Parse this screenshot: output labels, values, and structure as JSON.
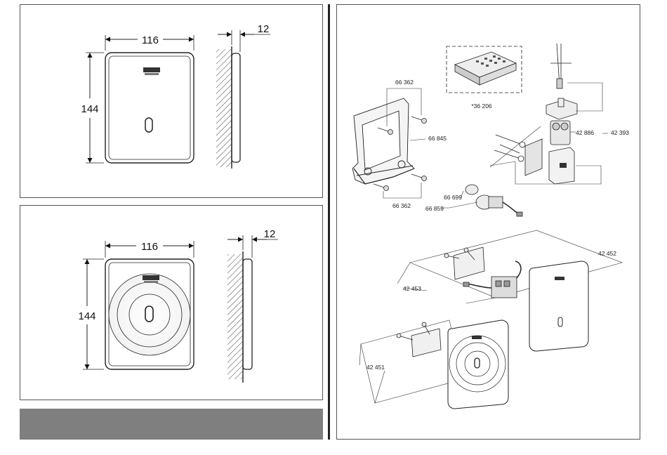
{
  "drawing_top": {
    "width_label": "116",
    "height_label": "144",
    "depth_label": "12"
  },
  "drawing_bottom": {
    "width_label": "116",
    "height_label": "144",
    "depth_label": "12"
  },
  "parts": {
    "screws_top": "66 362",
    "screws_bottom": "66 362",
    "mounting_frame": "66 845",
    "remote_control": "*36 206",
    "battery": "42 886",
    "battery_set": "42 393",
    "filter": "66 699",
    "solenoid_valve": "66 859",
    "electronics_panel": "42 452",
    "electronics_module": "42 453",
    "round_panel": "42 451"
  },
  "colors": {
    "line": "#222222",
    "gray_bar": "#7f7f7f"
  }
}
